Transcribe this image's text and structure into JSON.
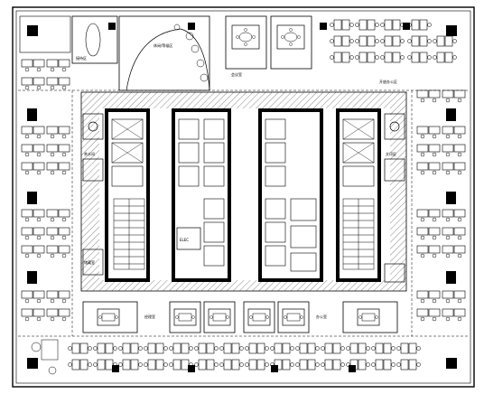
{
  "plan": {
    "labels": {
      "elec": "ELEC",
      "reception": "接待区",
      "meeting": "会议室",
      "lounge": "休闲/等候区",
      "office": "办公室",
      "tea": "茶水间",
      "print": "文印区",
      "manager": "经理室",
      "open_office": "开放办公区",
      "storage": "储藏室"
    },
    "colors": {
      "line": "#000000",
      "fill": "#000000",
      "hatch": "#555555"
    }
  }
}
